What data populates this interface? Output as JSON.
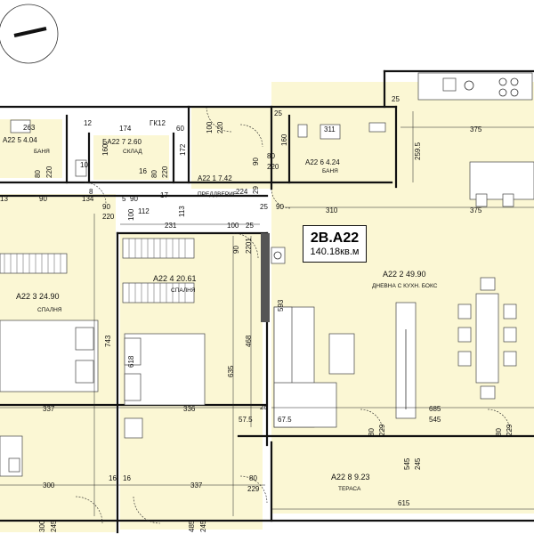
{
  "unit": {
    "code": "2B.A22",
    "area": "140.18кв.м"
  },
  "rooms": {
    "bath_left": {
      "name": "A22 5 4.04",
      "type": "БАНЯ"
    },
    "storage": {
      "name": "БA22 7 2.60",
      "type": "СКЛАД"
    },
    "hall": {
      "name": "A22 1   7.42",
      "type": "ПРЕДДВЕРИЕ"
    },
    "bath_right": {
      "name": "A22 6 4.24",
      "type": "БАНЯ"
    },
    "bed_left": {
      "name": "A22 3 24.90",
      "type": "СПАЛНЯ"
    },
    "bed_mid": {
      "name": "A22 4 20.61",
      "type": "СПАЛНЯ"
    },
    "living": {
      "name": "A22 2   49.90",
      "type": "ДНЕВНА С КУХН. БОКС"
    },
    "terrace": {
      "name": "A22 8 9.23",
      "type": "ТЕРАСА"
    }
  },
  "labels": {
    "gk": "ГК12"
  },
  "dimensions": {
    "d263": "263",
    "d12": "12",
    "d174": "174",
    "d60": "60",
    "d100a": "100",
    "d220a": "220",
    "d25a": "25",
    "d25b": "25",
    "d311": "311",
    "d375a": "375",
    "d2595": "259.5",
    "d80a": "80",
    "d220b": "220",
    "d10": "10",
    "d160a": "160",
    "d16": "16",
    "d80b": "80",
    "d220c": "220",
    "d172": "172",
    "d90a": "90",
    "d160b": "160",
    "d80c": "80",
    "d220d": "220",
    "d13": "13",
    "d90b": "90",
    "d8": "8",
    "d134": "134",
    "d5": "5",
    "d90c": "90",
    "d17": "17",
    "d90d": "90",
    "d220e": "220",
    "d100b": "100",
    "d112": "112",
    "d113": "113",
    "d224": "224",
    "d29": "29",
    "d25c": "25",
    "d90e": "90",
    "d310": "310",
    "d375b": "375",
    "d231": "231",
    "d100c": "100",
    "d25d": "25",
    "d2201": "2201",
    "d90f": "90",
    "d593": "593",
    "d743": "743",
    "d618": "618",
    "d468": "468",
    "d635": "635",
    "d337a": "337",
    "d336": "336",
    "d25e": "25",
    "d685": "685",
    "d575": "57.5",
    "d675": "67.5",
    "d545a": "545",
    "d80d": "80",
    "d229a": "229",
    "d80e": "80",
    "d229b": "229",
    "d300": "300",
    "d16b": "16",
    "d16c": "16",
    "d337b": "337",
    "d80f": "80",
    "d229c": "229",
    "d545b": "545",
    "d245a": "245",
    "d615": "615",
    "d300b": "300",
    "d245b": "245",
    "d485": "485",
    "d245c": "245"
  }
}
